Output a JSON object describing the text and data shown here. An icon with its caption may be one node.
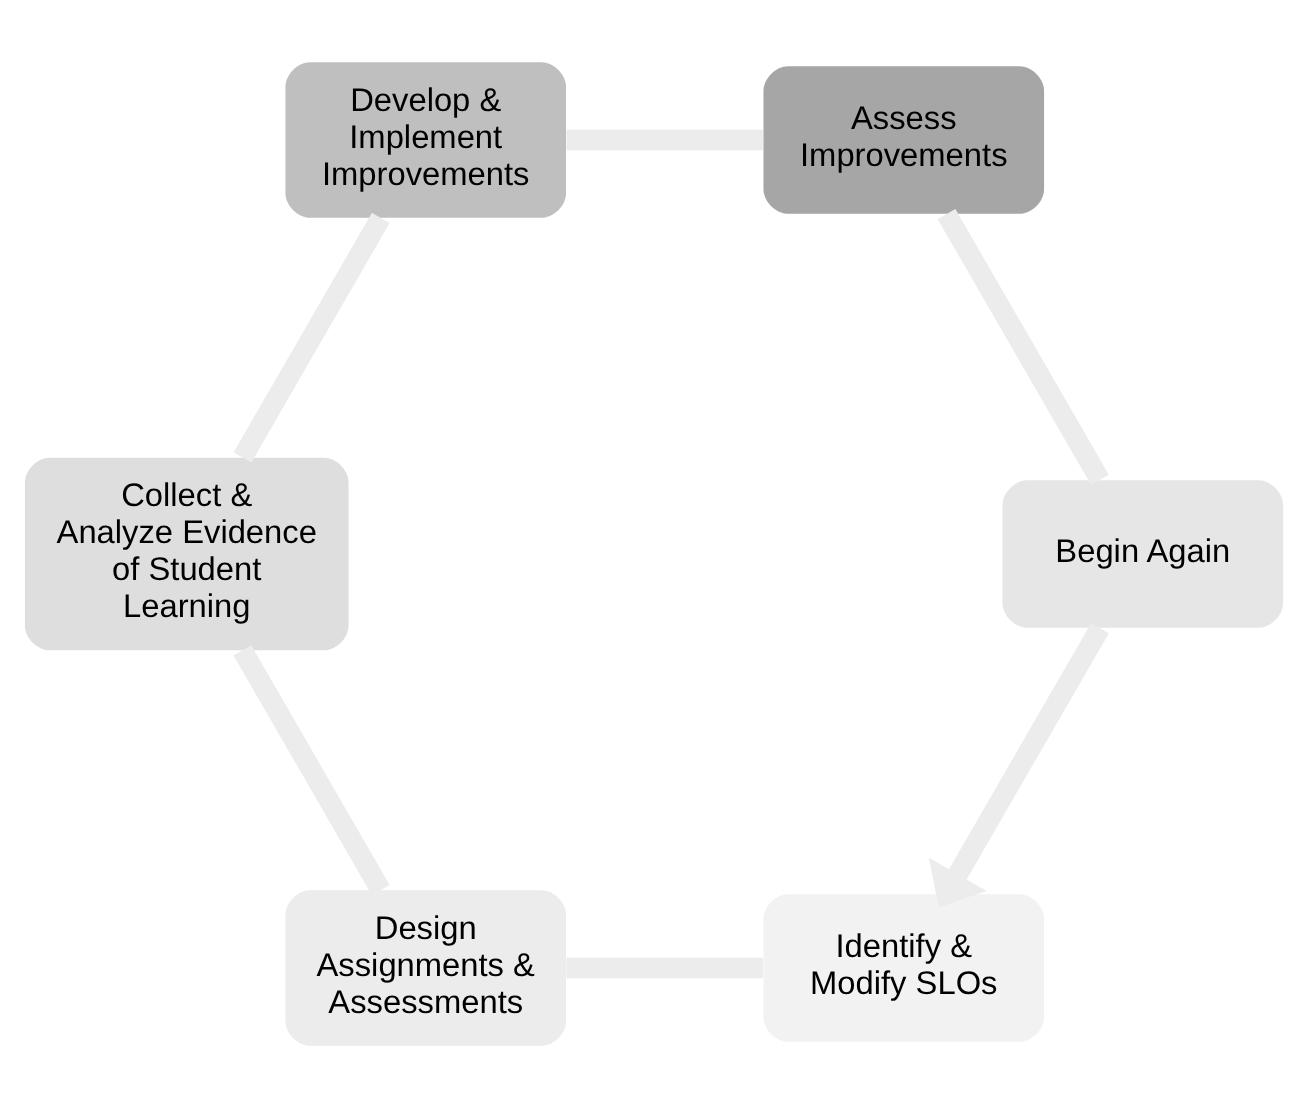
{
  "diagram": {
    "nodes": [
      {
        "text": [
          "Identify & Modify SLOs"
        ]
      },
      {
        "text": [
          "Design Assignments & Assessments"
        ]
      },
      {
        "text": [
          "Collect & Analyze Evidence of Student Learning"
        ]
      },
      {
        "text": [
          "Develop & Implement Improvements"
        ]
      },
      {
        "text": [
          "Assess Improvements"
        ]
      },
      {
        "text": [
          "Begin Again"
        ]
      }
    ],
    "edges": [
      {
        "from": 0,
        "to": 1,
        "arrow": "none"
      },
      {
        "from": 1,
        "to": 2,
        "arrow": "none"
      },
      {
        "from": 2,
        "to": 3,
        "arrow": "none"
      },
      {
        "from": 3,
        "to": 4,
        "arrow": "none"
      },
      {
        "from": 4,
        "to": 5,
        "arrow": "none"
      },
      {
        "from": 5,
        "to": 0,
        "arrow": "to"
      }
    ]
  }
}
